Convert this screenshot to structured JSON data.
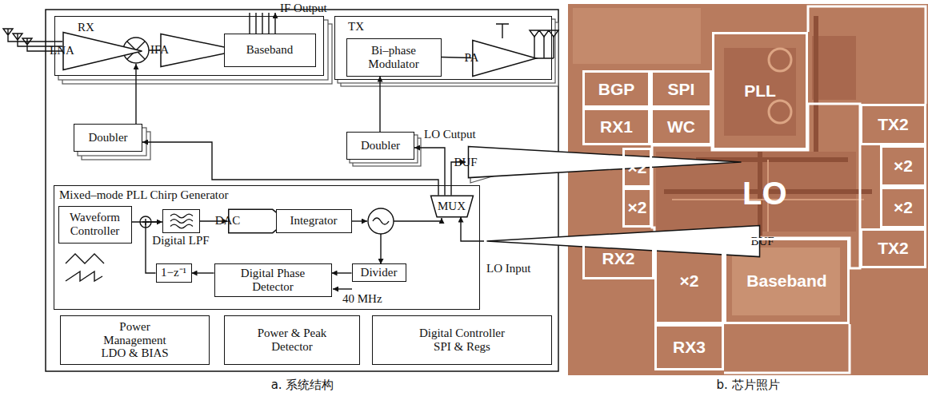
{
  "diagram": {
    "nodes": [
      {
        "text": [
          "RX"
        ]
      },
      {
        "text": [
          "LNA"
        ],
        "in": 0
      },
      {
        "text": [
          "IFA"
        ],
        "in": 0
      },
      {
        "text": [
          "Baseband"
        ],
        "in": 0
      },
      {
        "text": [
          "TX"
        ]
      },
      {
        "text": [
          "Bi–phase Modulator"
        ],
        "in": 4
      },
      {
        "text": [
          "PA"
        ],
        "in": 4
      },
      {
        "text": [
          "Doubler"
        ]
      },
      {
        "text": [
          "Doubler"
        ]
      },
      {
        "text": [
          "BUF"
        ]
      },
      {
        "text": [
          "Mixed–mode PLL Chirp Generator"
        ]
      },
      {
        "text": [
          "MUX"
        ],
        "in": 10
      },
      {
        "text": [
          "BUF"
        ]
      },
      {
        "text": [
          "Waveform Controller"
        ],
        "in": 10
      },
      {
        "text": [
          "Digital LPF"
        ],
        "in": 10
      },
      {
        "text": [
          "DAC"
        ],
        "in": 10
      },
      {
        "text": [
          "Integrator"
        ],
        "in": 10
      },
      {
        "text": [
          "1−z⁻¹"
        ],
        "in": 10
      },
      {
        "text": [
          "Digital Phase Detector"
        ],
        "in": 10
      },
      {
        "text": [
          "Divider"
        ],
        "in": 10
      },
      {
        "text": [
          "Power Management LDO & BIAS"
        ]
      },
      {
        "text": [
          "Power & Peak Detector"
        ]
      },
      {
        "text": [
          "Digital Controller SPI & Regs"
        ]
      },
      {
        "text": [
          "BGP"
        ]
      },
      {
        "text": [
          "SPI"
        ]
      },
      {
        "text": [
          "PLL"
        ]
      },
      {
        "text": [
          "RX1"
        ]
      },
      {
        "text": [
          "WC"
        ]
      },
      {
        "text": [
          "TX2"
        ]
      },
      {
        "text": [
          "×2"
        ]
      },
      {
        "text": [
          "×2"
        ]
      },
      {
        "text": [
          "×2"
        ]
      },
      {
        "text": [
          "×2"
        ]
      },
      {
        "text": [
          "RX2"
        ]
      },
      {
        "text": [
          "×2"
        ]
      },
      {
        "text": [
          "Baseband"
        ]
      },
      {
        "text": [
          "TX2"
        ]
      },
      {
        "text": [
          "RX3"
        ]
      }
    ],
    "edges": [
      {
        "from": 2,
        "to": 3,
        "arrow": "none"
      },
      {
        "from": 5,
        "to": 6,
        "arrow": "none"
      },
      {
        "from": 8,
        "to": 5,
        "arrow": "to"
      },
      {
        "from": 13,
        "to": 14,
        "arrow": "to"
      },
      {
        "from": 14,
        "to": 15,
        "arrow": "to"
      },
      {
        "from": 15,
        "to": 16,
        "arrow": "to"
      },
      {
        "from": 19,
        "to": 18,
        "arrow": "to"
      },
      {
        "from": 18,
        "to": 17,
        "arrow": "to"
      },
      {
        "from": 17,
        "to": 14,
        "arrow": "to"
      },
      {
        "from": 11,
        "to": 9,
        "arrow": "to"
      },
      {
        "from": 12,
        "to": 11,
        "arrow": "to"
      },
      {
        "from": 11,
        "to": 8,
        "arrow": "to"
      },
      {
        "from": 11,
        "to": 7,
        "arrow": "to"
      }
    ],
    "labels": [
      "IF Output",
      "LO Cutput",
      "LO Input",
      "40 MHz",
      "LO",
      "a. 系统结构",
      "b. 芯片照片"
    ]
  }
}
